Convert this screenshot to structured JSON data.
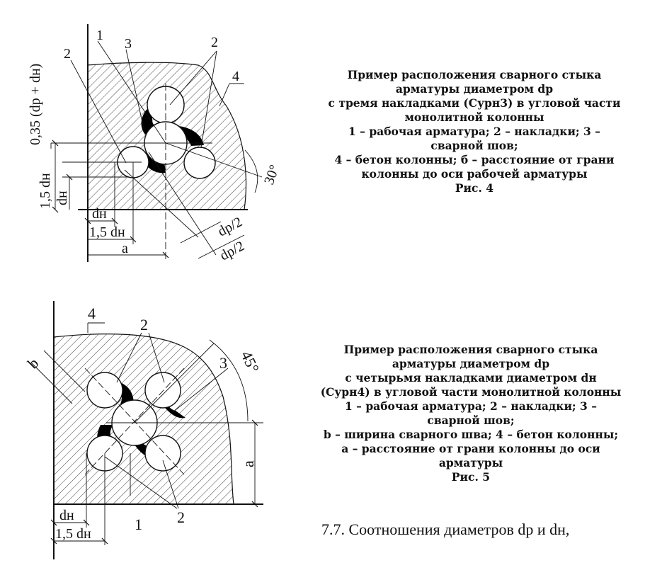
{
  "figure4": {
    "labels": {
      "top_left_dim": "0,35 (dр + dн)",
      "dim_15dn_v": "1,5 dн",
      "dim_dn_v": "dн",
      "dim_dn_h": "dн",
      "dim_15dn_h": "1,5 dн",
      "dim_a": "a",
      "dim_dp2_1": "dр/2",
      "dim_dp2_2": "dр/2",
      "angle": "30°",
      "num_1": "1",
      "num_2a": "2",
      "num_2b": "2",
      "num_3": "3",
      "num_4": "4"
    },
    "caption_lines": [
      "Пример расположения сварного стыка",
      "арматуры диаметром  dр",
      "с тремя накладками (Сурн3) в угловой части",
      "монолитной колонны",
      "1 – рабочая арматура; 2 – накладки; 3 –",
      "сварной шов;",
      "4 – бетон колонны; б – расстояние от грани",
      "колонны до оси рабочей арматуры",
      "Рис. 4"
    ]
  },
  "figure5": {
    "labels": {
      "num_4": "4",
      "dim_b": "b",
      "num_2_top": "2",
      "num_3": "3",
      "angle": "45°",
      "dim_a": "a",
      "dim_dn_h": "dн",
      "dim_15dn_h": "1,5 dн",
      "num_1": "1",
      "num_2_bottom": "2"
    },
    "caption_lines": [
      "Пример расположения сварного стыка",
      "арматуры диаметром dр",
      "с четырьмя накладками диаметром dн",
      "(Сурн4) в угловой части монолитной колонны",
      "1 – рабочая арматура; 2 – накладки; 3 –",
      "сварной шов;",
      "b – ширина сварного шва; 4 – бетон колонны;",
      "а – расстояние от грани колонны до оси",
      "арматуры",
      "Рис. 5"
    ]
  },
  "footer": {
    "text": "7.7. Соотношения диаметров dр и dн,"
  }
}
